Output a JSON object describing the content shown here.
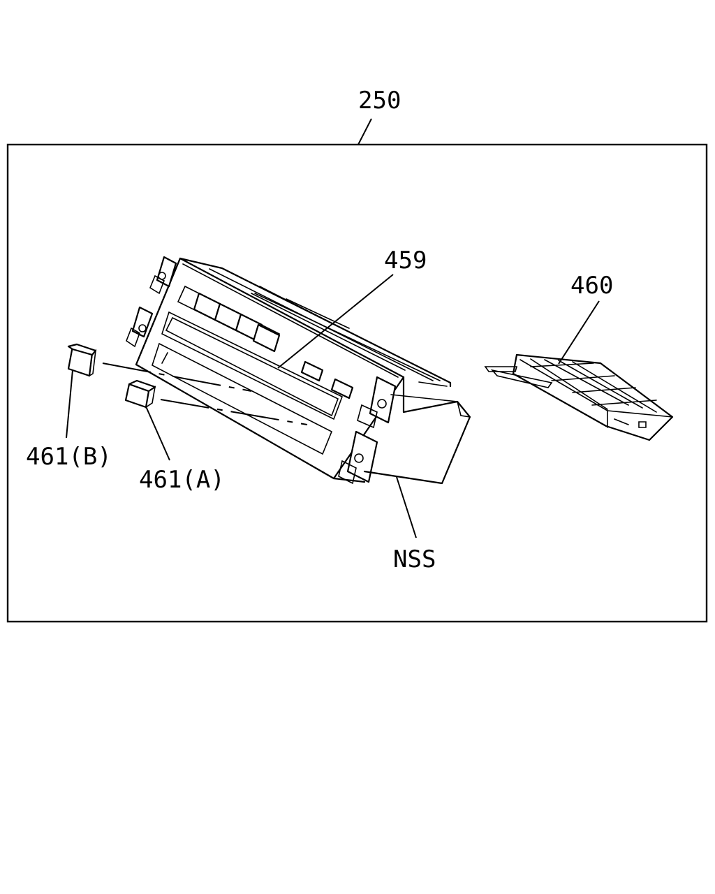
{
  "labels": {
    "assembly": "250",
    "radio": "459",
    "cassette": "460",
    "knob_b": "461(B)",
    "knob_a": "461(A)",
    "nss": "NSS"
  }
}
